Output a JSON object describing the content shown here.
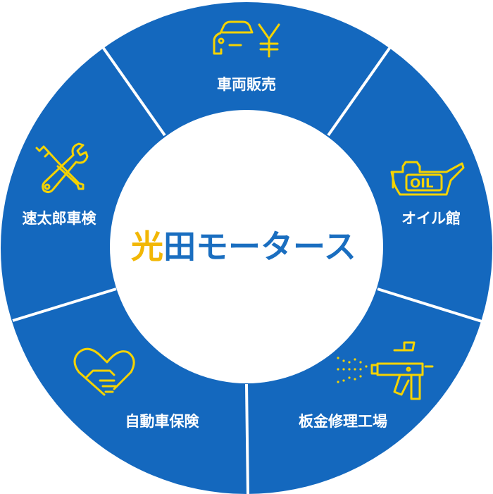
{
  "logo": {
    "parts": [
      {
        "text": "光",
        "color": "#F2B705"
      },
      {
        "text": "田モータース",
        "color": "#1A6EC0"
      }
    ]
  },
  "colors": {
    "segment": "#1468BE",
    "divider": "#ffffff",
    "icon": "#F5D300",
    "center": "#ffffff"
  },
  "segments": [
    {
      "id": "sales",
      "label": "車両販売",
      "icon": "car-yen-icon"
    },
    {
      "id": "oil",
      "label": "オイル館",
      "icon": "oil-can-icon"
    },
    {
      "id": "bodyshop",
      "label": "板金修理工場",
      "icon": "spray-gun-icon"
    },
    {
      "id": "insurance",
      "label": "自動車保険",
      "icon": "heart-handshake-icon"
    },
    {
      "id": "inspection",
      "label": "速太郎車検",
      "icon": "wrench-screwdriver-icon"
    }
  ]
}
